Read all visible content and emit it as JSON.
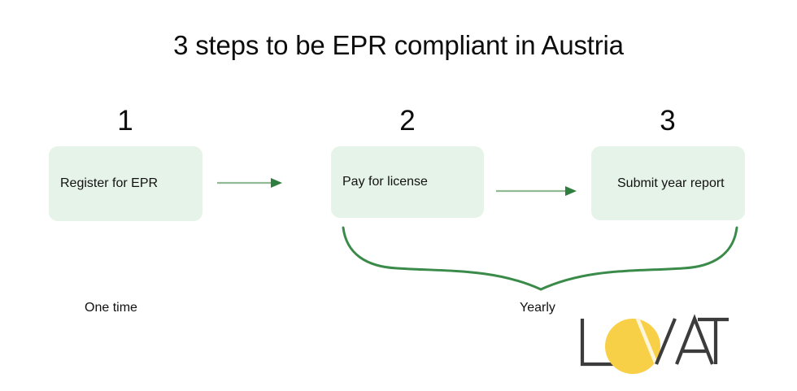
{
  "slide": {
    "title": "3 steps to be EPR compliant in Austria",
    "background_color": "#ffffff"
  },
  "steps": [
    {
      "number": "1",
      "label": "Register for EPR",
      "box_color": "#e6f3e8"
    },
    {
      "number": "2",
      "label": "Pay for license",
      "box_color": "#e6f3e8"
    },
    {
      "number": "3",
      "label": "Submit year report",
      "box_color": "#e6f3e8"
    }
  ],
  "connectors": [
    {
      "name": "arrow-step1-to-step2",
      "line_color": "#8fba93",
      "head_color": "#2f7d3f"
    },
    {
      "name": "arrow-step2-to-step3",
      "line_color": "#8fba93",
      "head_color": "#2f7d3f"
    }
  ],
  "brace": {
    "name": "yearly-brace",
    "color": "#3a8a4a",
    "spans_steps": [
      "2",
      "3"
    ]
  },
  "captions": {
    "one_time": "One time",
    "yearly": "Yearly"
  },
  "logo": {
    "text_before": "L",
    "text_after": "VAT",
    "full_name": "LOVAT",
    "circle_color": "#f7d047",
    "text_color": "#3c3c3c"
  }
}
